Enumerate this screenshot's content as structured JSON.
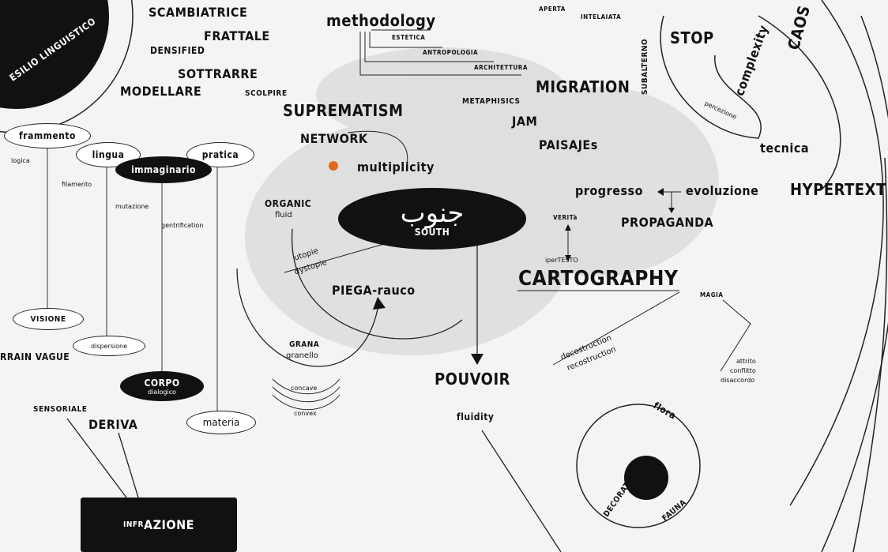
{
  "top_left_terms": [
    "SCAMBIATRICE",
    "FRATTALE",
    "DENSIFIED",
    "SOTTRARRE",
    "MODELLARE",
    "SCOLPIRE"
  ],
  "esilio": "ESILIO LINGUISTICO",
  "methodology": {
    "title": "methodology",
    "branches": [
      "ESTETICA",
      "ANTROPOLOGIA",
      "ARCHITETTURA"
    ]
  },
  "top_center": [
    "APERTA",
    "INTELAIATA"
  ],
  "center_terms": {
    "suprematism": "SUPREMATISM",
    "network": "NETWORK",
    "multiplicity": "multiplicity",
    "metaphisics": "METAPHISICS",
    "migration": "MIGRATION",
    "jam": "JAM",
    "paisajes": "PAISAJEs",
    "organic": "ORGANIC",
    "fluid": "fluid",
    "utopie": "utopie",
    "dystopie": "dystopie",
    "piega": "PIEGA-rauco",
    "grana": "GRANA",
    "granello": "granello",
    "concave": "concave",
    "convex": "convex",
    "pouvoir": "POUVOIR",
    "fluidity": "fluidity"
  },
  "south_oval": {
    "script": "جنوب",
    "label": "SOUTH"
  },
  "left_column": {
    "frammento": "frammento",
    "logica": "logica",
    "lingua": "lingua",
    "pratica": "pratica",
    "immaginario": "immaginario",
    "filamento": "filamento",
    "mutazione": "mutazione",
    "gentrification": "gentrification",
    "visione": "VISIONE",
    "dispersione": "dispersione",
    "terrain": "RRAIN VAGUE",
    "corpo": "CORPO",
    "dialogico": "dialogico",
    "materia": "materia",
    "sensoriale": "SENSORIALE",
    "deriva": "DERIVA",
    "infrazione_small": "INFR",
    "infrazione_big": "AZIONE"
  },
  "right_terms": {
    "progresso": "progresso",
    "evoluzione": "evoluzione",
    "hypertext": "HYPERTEXT",
    "propaganda": "PROPAGANDA",
    "verita": "VERITà",
    "ipertesto": "iperTESTO",
    "cartography": "CARTOGRAPHY",
    "magia": "MAGIA",
    "decostruction": "decostruction",
    "recostruction": "recostruction",
    "attrito": "attrito",
    "conflitto": "conflitto",
    "disaccordo": "disaccordo",
    "stop": "STOP",
    "subalterno": "SUBALTERNO",
    "complexity": "complexity",
    "caos": "CAOS",
    "percezione": "percezione",
    "tecnica": "tecnica",
    "flora": "flora",
    "fauna": "FAUNA",
    "decoration": "DECORATION"
  }
}
